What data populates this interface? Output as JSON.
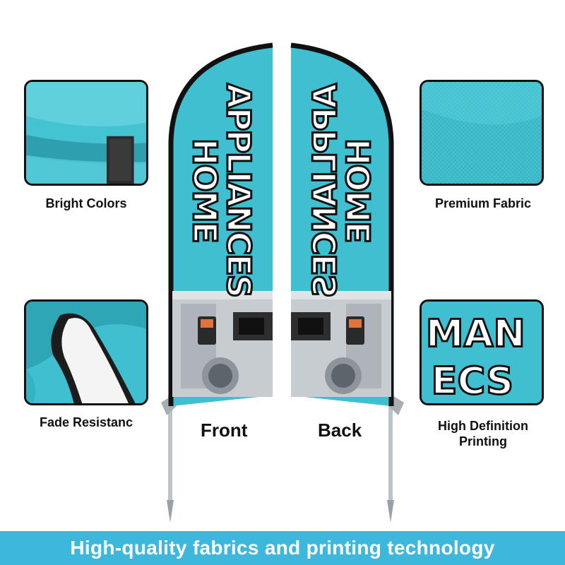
{
  "features": {
    "bright_colors": "Bright Colors",
    "premium_fabric": "Premium Fabric",
    "fade_resistance": "Fade Resistanc",
    "high_definition": "High Definition\nPrinting"
  },
  "flag": {
    "word_top": "APPLIANCES",
    "word_side": "HOME",
    "front_label": "Front",
    "back_label": "Back"
  },
  "tile_detail": {
    "word_line1": "MAN",
    "word_line2": "ECS"
  },
  "footer": {
    "text": "High-quality fabrics and printing technology"
  },
  "colors": {
    "flag_blue": "#3fbfcf",
    "footer_blue": "#3db7db",
    "outline": "#111111"
  }
}
